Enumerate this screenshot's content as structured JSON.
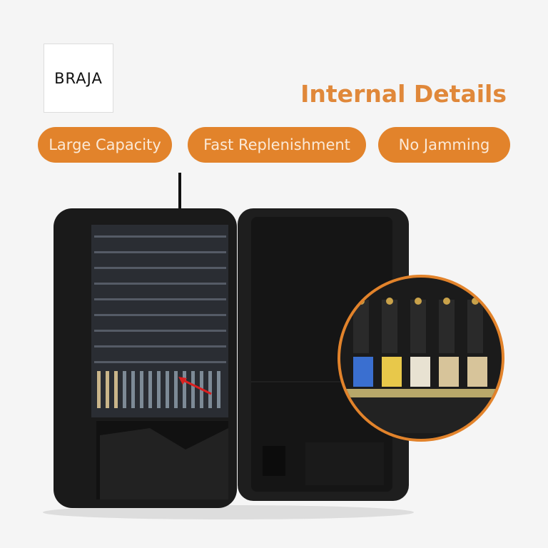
{
  "logo": {
    "text": "BRAJA"
  },
  "title": "Internal Details",
  "features": [
    "Large Capacity",
    "Fast Replenishment",
    "No Jamming"
  ],
  "colors": {
    "accent": "#e2832b",
    "title": "#e0883a",
    "cabinet": "#1c1c1c",
    "arrow": "#d92020"
  }
}
